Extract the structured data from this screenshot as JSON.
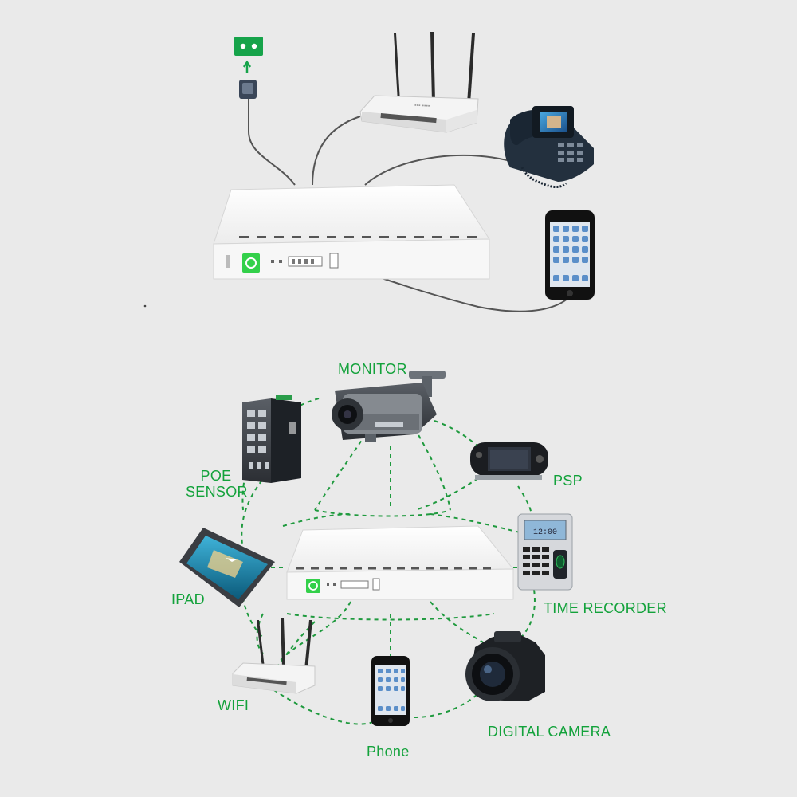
{
  "colors": {
    "background": "#eaeaea",
    "label_green": "#13a23b",
    "dashed_link": "#1f9a3e",
    "power_button": "#33d04a",
    "cable": "#555555"
  },
  "top_section": {
    "devices": [
      {
        "name": "ups-unit",
        "icon": "mini-ups-icon"
      },
      {
        "name": "power-adapter",
        "icon": "power-adapter-icon"
      },
      {
        "name": "wifi-router",
        "icon": "router-icon"
      },
      {
        "name": "desk-phone",
        "icon": "desk-phone-icon"
      },
      {
        "name": "smartphone",
        "icon": "smartphone-icon"
      }
    ]
  },
  "network_diagram": {
    "labels": {
      "monitor": "MONITOR",
      "poe_line1": "POE",
      "poe_line2": "SENSOR",
      "psp": "PSP",
      "ipad": "IPAD",
      "time_recorder": "TIME RECORDER",
      "wifi": "WIFI",
      "digital_camera": "DIGITAL  CAMERA",
      "phone": "Phone"
    },
    "center_device": "mini-ups-icon"
  }
}
